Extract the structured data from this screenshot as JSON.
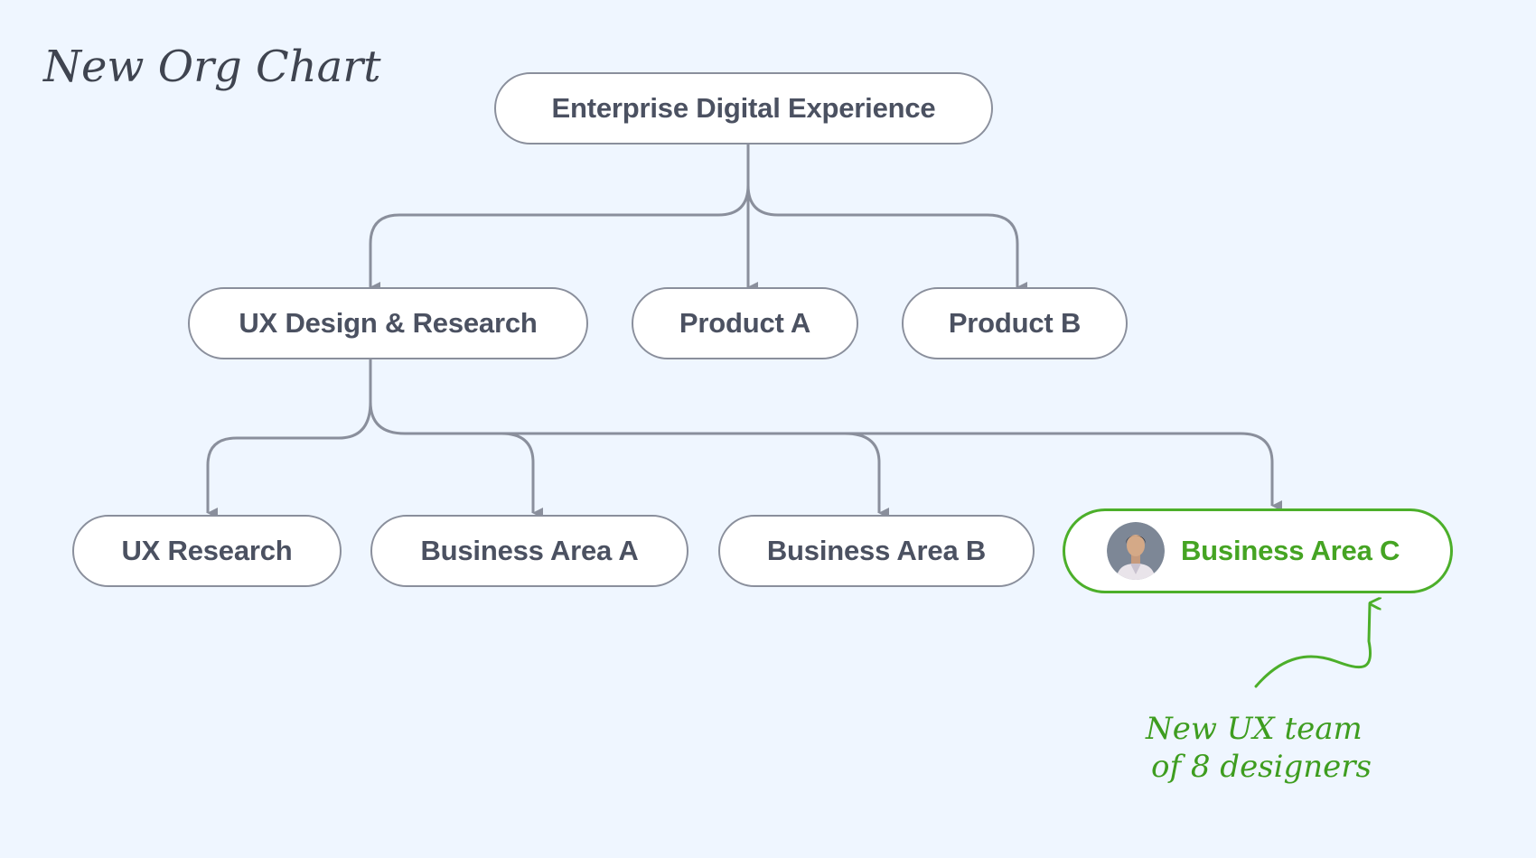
{
  "title": "New Org Chart",
  "nodes": {
    "root": "Enterprise Digital Experience",
    "ux_design_research": "UX Design & Research",
    "product_a": "Product A",
    "product_b": "Product B",
    "ux_research": "UX Research",
    "business_area_a": "Business Area A",
    "business_area_b": "Business Area B",
    "business_area_c": "Business Area C"
  },
  "annotation": {
    "line1": "New UX team",
    "line2": "of 8 designers"
  },
  "colors": {
    "background": "#eff6ff",
    "connector": "#8a8f9c",
    "highlight": "#4caf2a",
    "text": "#4b5161"
  },
  "icons": {
    "avatar": "person-avatar"
  }
}
